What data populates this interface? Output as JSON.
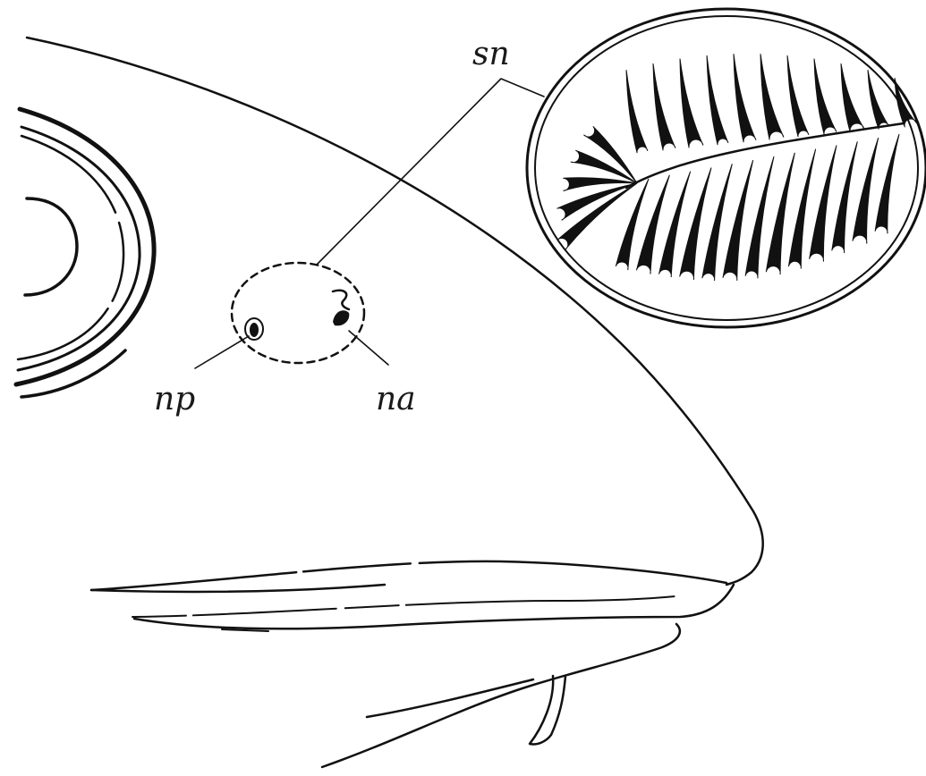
{
  "figure": {
    "labels": {
      "sn": "sn",
      "np": "np",
      "na": "na"
    },
    "colors": {
      "ink": "#111111",
      "paper": "#ffffff"
    }
  }
}
